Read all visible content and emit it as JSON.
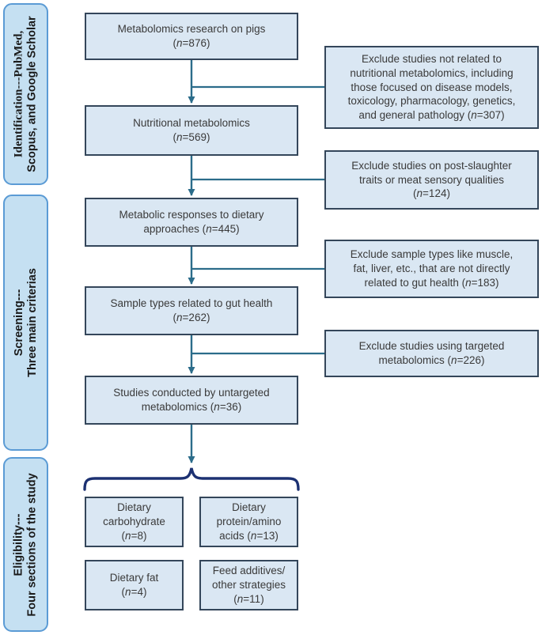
{
  "sidebar": {
    "sections": [
      {
        "line1": "Identification---PubMed,",
        "line2": "Scopus, and Google Scholar"
      },
      {
        "line1": "Screening---",
        "line2": "Three main criterias"
      },
      {
        "line1": "Eligibility---",
        "line2": "Four sections of the study"
      }
    ]
  },
  "flow": {
    "main_boxes": [
      {
        "lines": [
          "Metabolomics research on pigs",
          "(n=876)"
        ]
      },
      {
        "lines": [
          "Nutritional metabolomics",
          "(n=569)"
        ]
      },
      {
        "lines": [
          "Metabolic responses to dietary",
          "approaches (n=445)"
        ]
      },
      {
        "lines": [
          "Sample types related to gut health",
          "(n=262)"
        ]
      },
      {
        "lines": [
          "Studies conducted by untargeted",
          "metabolomics (n=36)"
        ]
      }
    ],
    "exclusion_boxes": [
      {
        "lines": [
          "Exclude studies not related to",
          "nutritional metabolomics, including",
          "those focused on disease models,",
          "toxicology, pharmacology, genetics,",
          "and general pathology (n=307)"
        ]
      },
      {
        "lines": [
          "Exclude studies on post-slaughter",
          "traits or meat sensory qualities",
          "(n=124)"
        ]
      },
      {
        "lines": [
          "Exclude sample types like muscle,",
          "fat, liver, etc., that are not directly",
          "related to gut health (n=183)"
        ]
      },
      {
        "lines": [
          "Exclude studies using targeted",
          "metabolomics (n=226)"
        ]
      }
    ],
    "outcome_boxes": [
      {
        "lines": [
          "Dietary",
          "carbohydrate",
          "(n=8)"
        ]
      },
      {
        "lines": [
          "Dietary",
          "protein/amino",
          "acids (n=13)"
        ]
      },
      {
        "lines": [
          "Dietary fat",
          "(n=4)"
        ]
      },
      {
        "lines": [
          "Feed additives/",
          "other strategies",
          "(n=11)"
        ]
      }
    ]
  },
  "colors": {
    "box-fill": "#dae7f3",
    "box-border": "#34465a",
    "sidebar-fill": "#c5e0f2",
    "sidebar-border": "#5b9bd5",
    "arrow": "#2b6c8a",
    "brace": "#1c3172",
    "text": "#3a3a3a",
    "sidebar-text": "#1a1a1a"
  }
}
